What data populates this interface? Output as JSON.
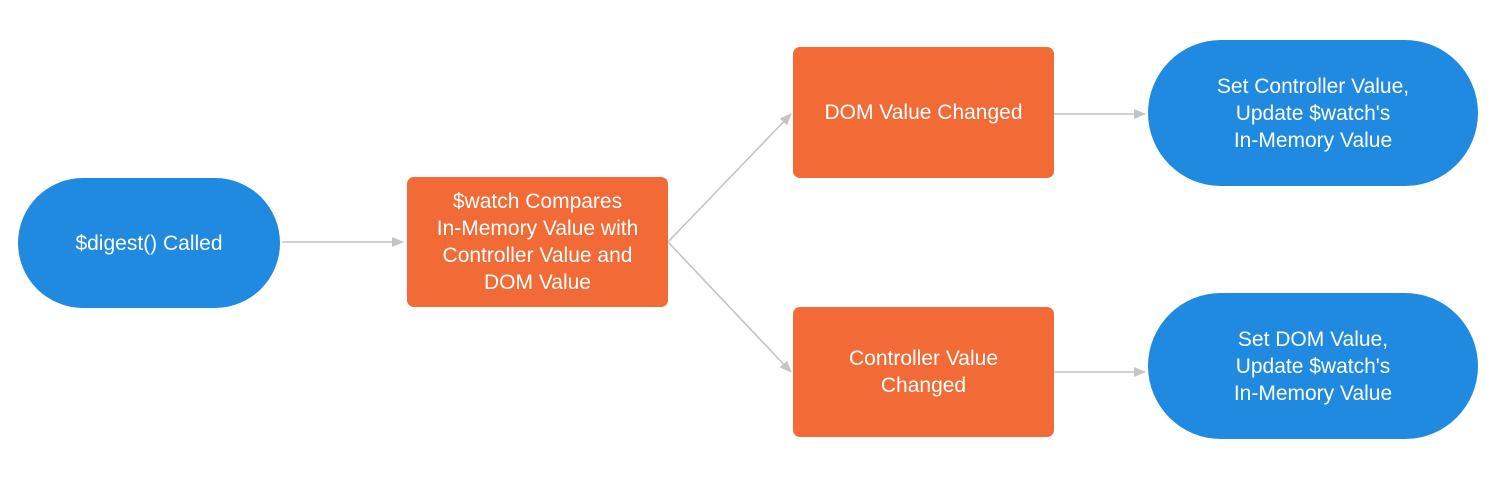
{
  "colors": {
    "pill": "#1f8ae0",
    "box": "#f26a35",
    "edge": "#c4c4c4",
    "text": "#ffffff"
  },
  "nodes": {
    "digest_called": {
      "label": "$digest() Called"
    },
    "watch_compares": {
      "label": "$watch Compares\nIn-Memory Value with\nController Value and\nDOM Value"
    },
    "dom_value_changed": {
      "label": "DOM Value Changed"
    },
    "controller_value_changed": {
      "label": "Controller Value\nChanged"
    },
    "set_controller_value": {
      "label": "Set Controller Value,\nUpdate $watch's\nIn-Memory Value"
    },
    "set_dom_value": {
      "label": "Set DOM Value,\nUpdate $watch's\nIn-Memory Value"
    }
  },
  "edges": [
    {
      "from": "digest_called",
      "to": "watch_compares"
    },
    {
      "from": "watch_compares",
      "to": "dom_value_changed"
    },
    {
      "from": "watch_compares",
      "to": "controller_value_changed"
    },
    {
      "from": "dom_value_changed",
      "to": "set_controller_value"
    },
    {
      "from": "controller_value_changed",
      "to": "set_dom_value"
    }
  ]
}
